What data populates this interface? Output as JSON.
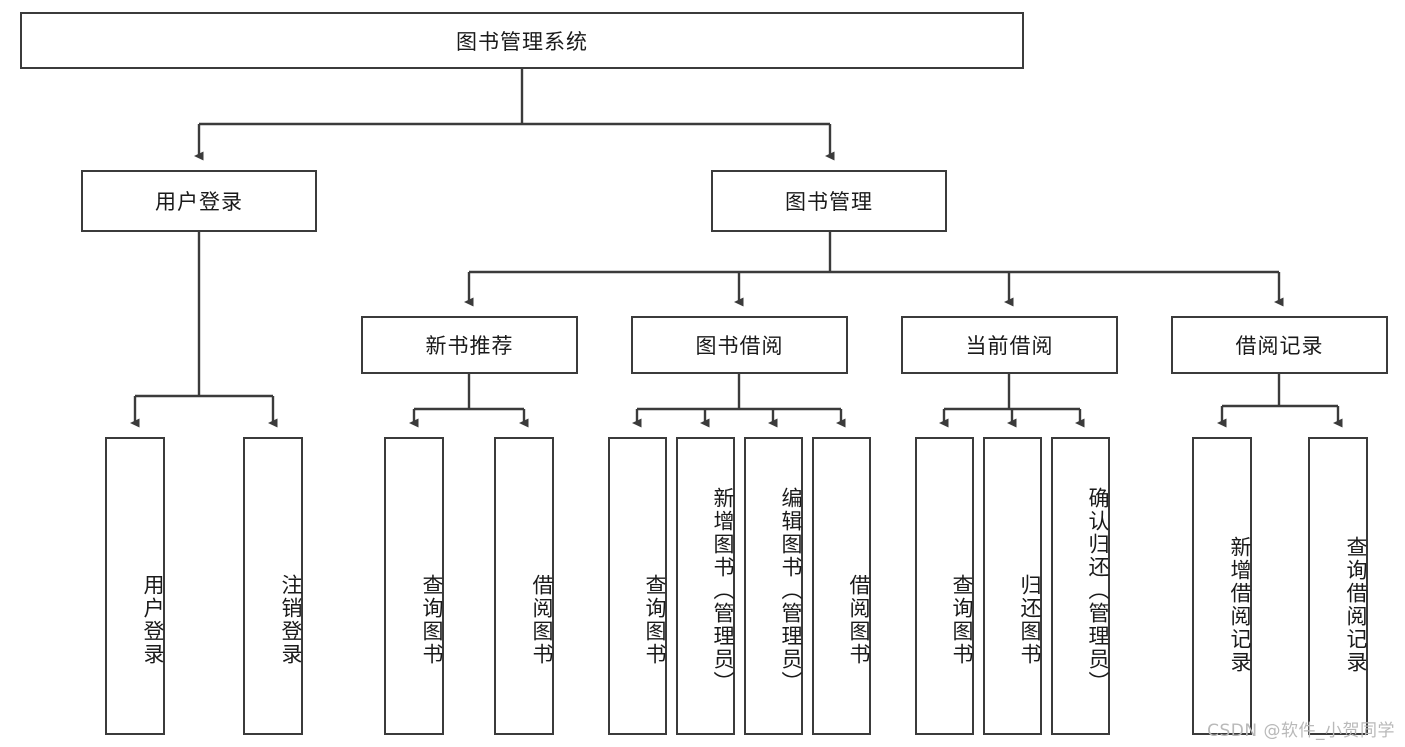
{
  "diagram": {
    "type": "tree-hierarchy-chart",
    "title": "图书管理系统",
    "watermark": "CSDN @软件_小贺同学",
    "colors": {
      "box_border": "#3b3b3b",
      "box_fill": "#ffffff",
      "edge": "#3b3b3b",
      "text": "#1a1a1a",
      "watermark": "#b9b9b9",
      "background": "#ffffff"
    },
    "levels": {
      "level1": [
        {
          "id": "root",
          "label": "图书管理系统",
          "orientation": "horizontal"
        }
      ],
      "level2": [
        {
          "id": "user-login",
          "label": "用户登录",
          "orientation": "horizontal",
          "parent": "root"
        },
        {
          "id": "book-manage",
          "label": "图书管理",
          "orientation": "horizontal",
          "parent": "root"
        }
      ],
      "level3": [
        {
          "id": "new-book-rec",
          "label": "新书推荐",
          "orientation": "horizontal",
          "parent": "book-manage"
        },
        {
          "id": "book-borrow",
          "label": "图书借阅",
          "orientation": "horizontal",
          "parent": "book-manage"
        },
        {
          "id": "current-borrow",
          "label": "当前借阅",
          "orientation": "horizontal",
          "parent": "book-manage"
        },
        {
          "id": "borrow-record",
          "label": "借阅记录",
          "orientation": "horizontal",
          "parent": "book-manage"
        }
      ],
      "level4": [
        {
          "id": "leaf-user-login",
          "label": "用户登录",
          "orientation": "vertical",
          "parent": "user-login"
        },
        {
          "id": "leaf-logout",
          "label": "注销登录",
          "orientation": "vertical",
          "parent": "user-login"
        },
        {
          "id": "leaf-query-book-1",
          "label": "查询图书",
          "orientation": "vertical",
          "parent": "new-book-rec"
        },
        {
          "id": "leaf-borrow-book-1",
          "label": "借阅图书",
          "orientation": "vertical",
          "parent": "new-book-rec"
        },
        {
          "id": "leaf-query-book-2",
          "label": "查询图书",
          "orientation": "vertical",
          "parent": "book-borrow"
        },
        {
          "id": "leaf-add-book",
          "label": "新增图书（管理员）",
          "orientation": "vertical",
          "parent": "book-borrow"
        },
        {
          "id": "leaf-edit-book",
          "label": "编辑图书（管理员）",
          "orientation": "vertical",
          "parent": "book-borrow"
        },
        {
          "id": "leaf-borrow-book-2",
          "label": "借阅图书",
          "orientation": "vertical",
          "parent": "book-borrow"
        },
        {
          "id": "leaf-query-book-3",
          "label": "查询图书",
          "orientation": "vertical",
          "parent": "current-borrow"
        },
        {
          "id": "leaf-return-book",
          "label": "归还图书",
          "orientation": "vertical",
          "parent": "current-borrow"
        },
        {
          "id": "leaf-confirm-return",
          "label": "确认归还（管理员）",
          "orientation": "vertical",
          "parent": "current-borrow"
        },
        {
          "id": "leaf-add-record",
          "label": "新增借阅记录",
          "orientation": "vertical",
          "parent": "borrow-record"
        },
        {
          "id": "leaf-query-record",
          "label": "查询借阅记录",
          "orientation": "vertical",
          "parent": "borrow-record"
        }
      ]
    }
  }
}
